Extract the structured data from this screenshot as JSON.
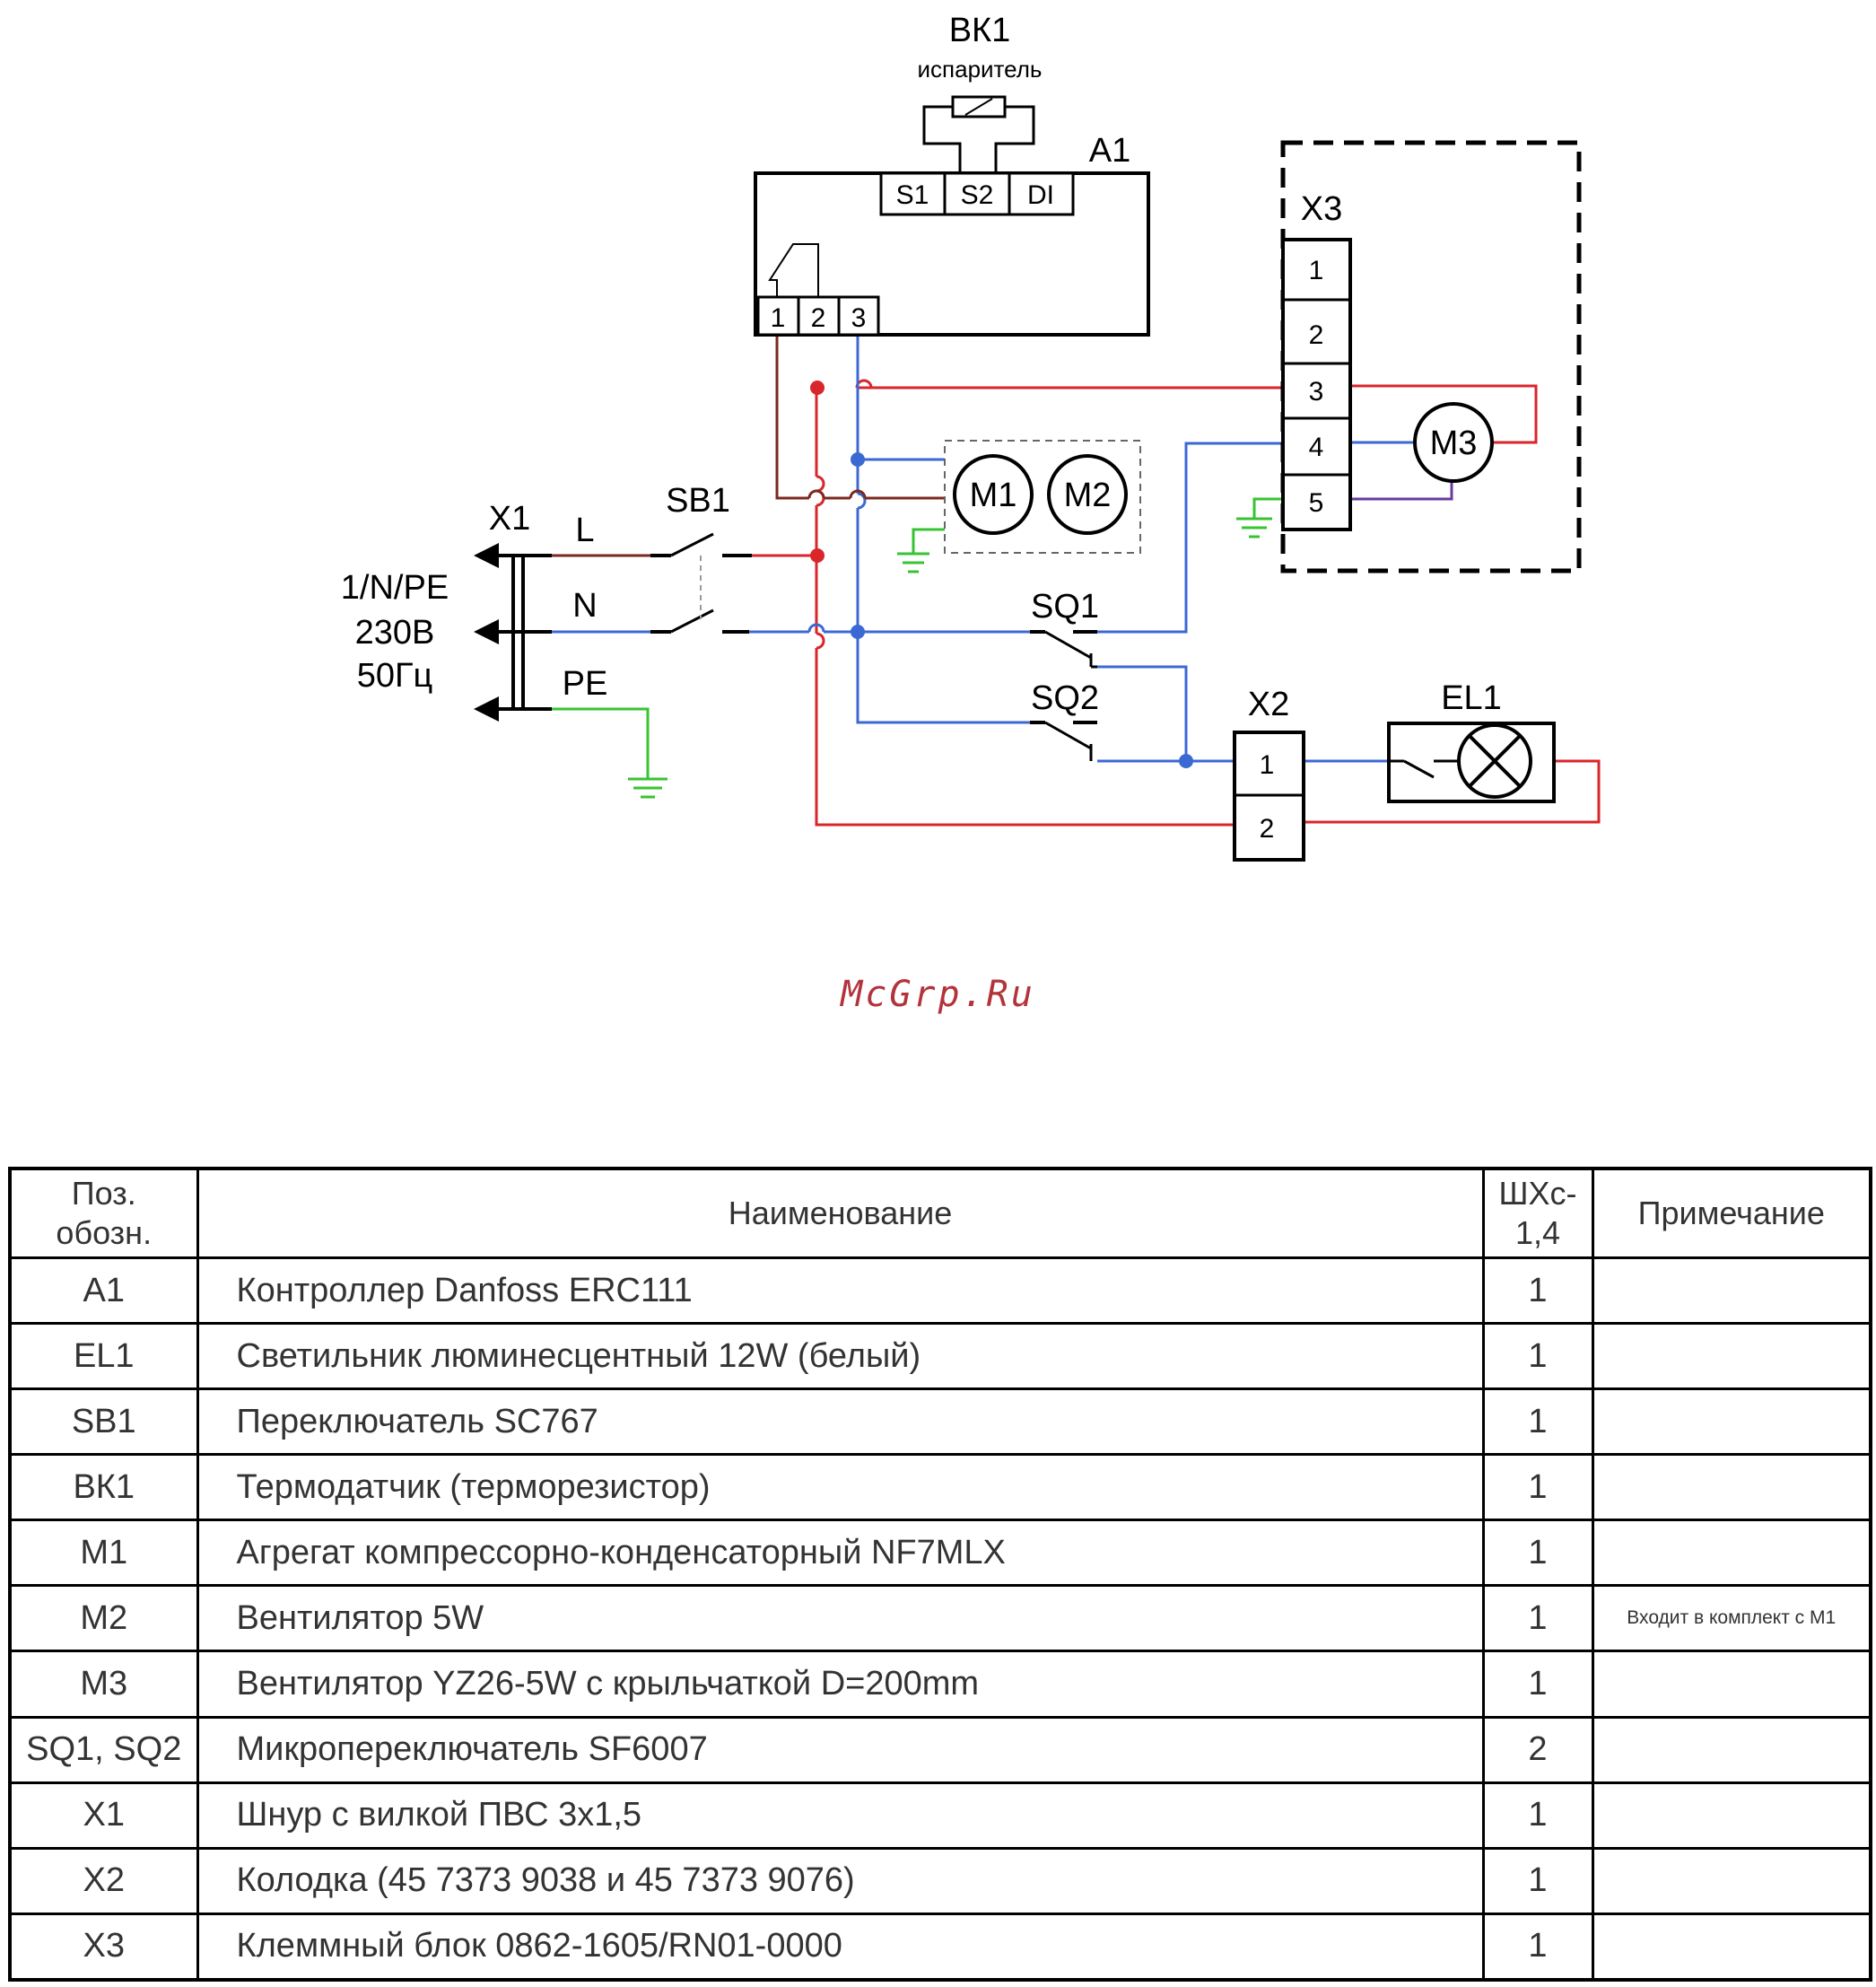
{
  "diagram": {
    "labels": {
      "bk1": "ВК1",
      "bk1_sub": "испаритель",
      "a1": "А1",
      "a1_terms_top": [
        "S1",
        "S2",
        "DI"
      ],
      "a1_terms_bottom": [
        "1",
        "2",
        "3"
      ],
      "x3": "Х3",
      "x3_terms": [
        "1",
        "2",
        "3",
        "4",
        "5"
      ],
      "m1": "М1",
      "m2": "М2",
      "m3": "М3",
      "x1": "Х1",
      "sb1": "SB1",
      "l": "L",
      "n": "N",
      "pe": "PE",
      "supply": [
        "1/N/PE",
        "230В",
        "50Гц"
      ],
      "sq1": "SQ1",
      "sq2": "SQ2",
      "x2": "Х2",
      "x2_terms": [
        "1",
        "2"
      ],
      "el1": "EL1"
    },
    "colors": {
      "phase": "#d9262b",
      "neutral": "#3b69d4",
      "earth": "#38c332",
      "brown": "#7a2a1f",
      "purple": "#6a3aa0",
      "line": "#000000"
    }
  },
  "watermark": "McGrp.Ru",
  "table": {
    "headers": {
      "pos": [
        "Поз.",
        "обозн."
      ],
      "name": "Наименование",
      "qty": [
        "ШХс-",
        "1,4"
      ],
      "note": "Примечание"
    },
    "rows": [
      {
        "pos": "А1",
        "name": "Контроллер Danfoss ERC111",
        "qty": "1",
        "note": ""
      },
      {
        "pos": "EL1",
        "name": "Светильник люминесцентный  12W (белый)",
        "qty": "1",
        "note": ""
      },
      {
        "pos": "SB1",
        "name": "Переключатель SC767",
        "qty": "1",
        "note": ""
      },
      {
        "pos": "ВК1",
        "name": "Термодатчик (терморезистор)",
        "qty": "1",
        "note": ""
      },
      {
        "pos": "М1",
        "name": "Агрегат компрессорно-конденсаторный NF7MLX",
        "qty": "1",
        "note": ""
      },
      {
        "pos": "М2",
        "name": "Вентилятор 5W",
        "qty": "1",
        "note": "Входит в комплект с М1"
      },
      {
        "pos": "М3",
        "name": "Вентилятор YZ26-5W с крыльчаткой D=200mm",
        "qty": "1",
        "note": ""
      },
      {
        "pos": "SQ1, SQ2",
        "name": "Микропереключатель SF6007",
        "qty": "2",
        "note": ""
      },
      {
        "pos": "Х1",
        "name": "Шнур с вилкой ПВС 3х1,5",
        "qty": "1",
        "note": ""
      },
      {
        "pos": "Х2",
        "name": "Колодка (45 7373 9038 и 45 7373 9076)",
        "qty": "1",
        "note": ""
      },
      {
        "pos": "Х3",
        "name": "Клеммный блок 0862-1605/RN01-0000",
        "qty": "1",
        "note": ""
      }
    ]
  }
}
